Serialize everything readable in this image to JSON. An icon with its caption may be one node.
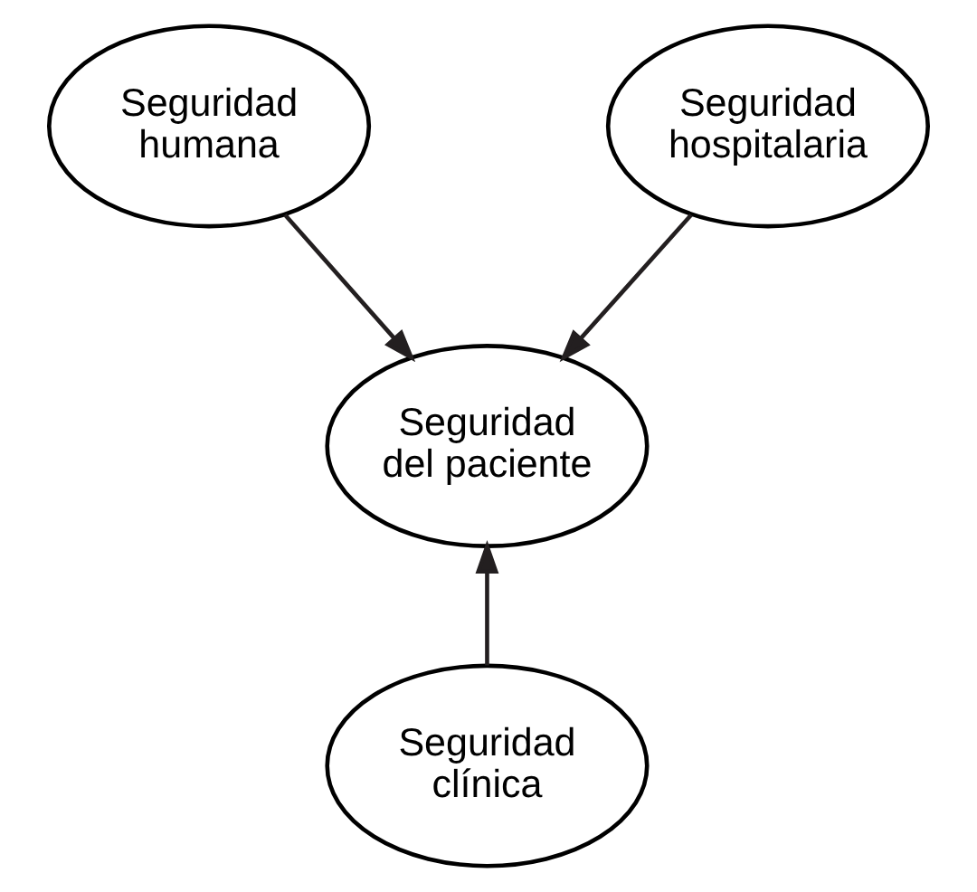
{
  "diagram": {
    "nodes": [
      {
        "text": [
          "Seguridad humana"
        ]
      },
      {
        "text": [
          "Seguridad hospitalaria"
        ]
      },
      {
        "text": [
          "Seguridad del paciente"
        ]
      },
      {
        "text": [
          "Seguridad clínica"
        ]
      }
    ],
    "edges": [
      {
        "from": 0,
        "to": 2,
        "arrow": "to"
      },
      {
        "from": 1,
        "to": 2,
        "arrow": "to"
      },
      {
        "from": 3,
        "to": 2,
        "arrow": "to"
      }
    ]
  }
}
